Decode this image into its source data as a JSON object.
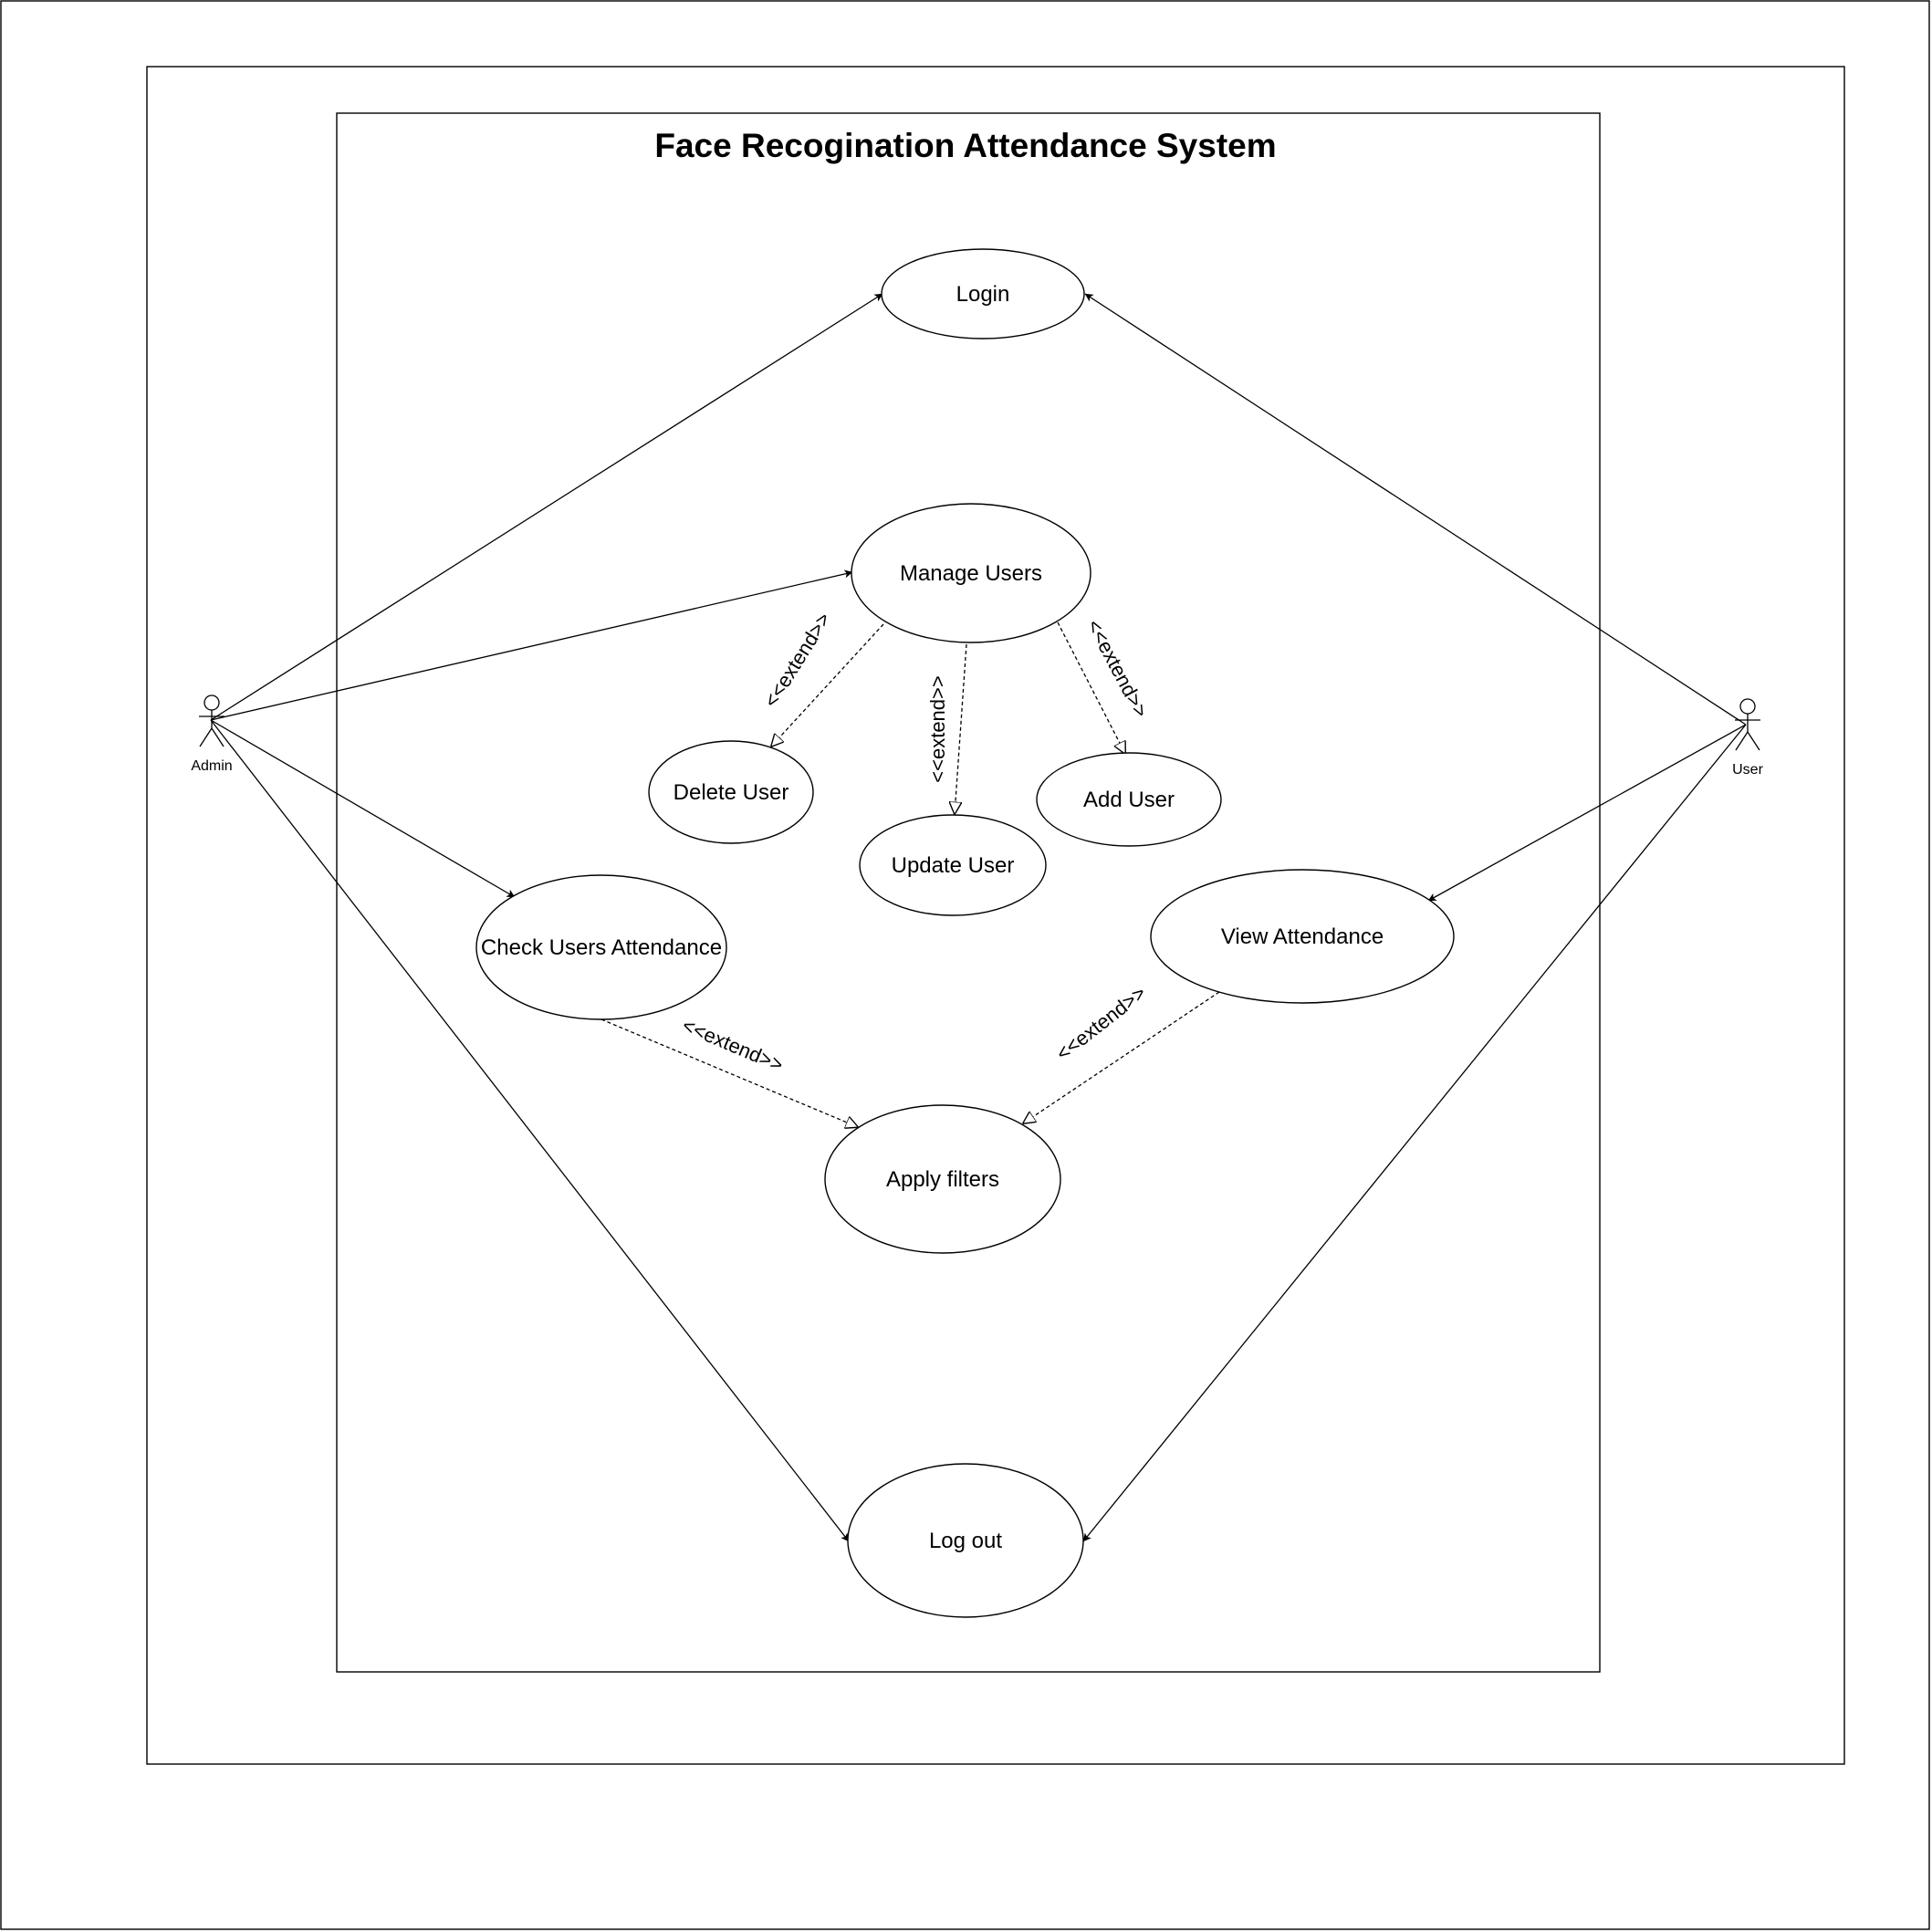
{
  "diagram": {
    "title": "Face Recogination Attendance System",
    "actors": {
      "admin": {
        "name": "Admin"
      },
      "user": {
        "name": "User"
      }
    },
    "use_cases": {
      "login": "Login",
      "manage_users": "Manage Users",
      "delete_user": "Delete User",
      "update_user": "Update User",
      "add_user": "Add User",
      "check_users_attendance": "Check Users Attendance",
      "view_attendance": "View Attendance",
      "apply_filters": "Apply filters",
      "log_out": "Log out"
    },
    "associations": [
      {
        "from": "admin",
        "to": "login"
      },
      {
        "from": "admin",
        "to": "manage_users"
      },
      {
        "from": "admin",
        "to": "check_users_attendance"
      },
      {
        "from": "admin",
        "to": "log_out"
      },
      {
        "from": "user",
        "to": "login"
      },
      {
        "from": "user",
        "to": "view_attendance"
      },
      {
        "from": "user",
        "to": "log_out"
      }
    ],
    "extends": [
      {
        "from": "manage_users",
        "to": "delete_user",
        "label": "<<extend>>"
      },
      {
        "from": "manage_users",
        "to": "update_user",
        "label": "<<extend>>"
      },
      {
        "from": "manage_users",
        "to": "add_user",
        "label": "<<extend>>"
      },
      {
        "from": "check_users_attendance",
        "to": "apply_filters",
        "label": "<<extend>>"
      },
      {
        "from": "view_attendance",
        "to": "apply_filters",
        "label": "<<extend>>"
      }
    ]
  }
}
